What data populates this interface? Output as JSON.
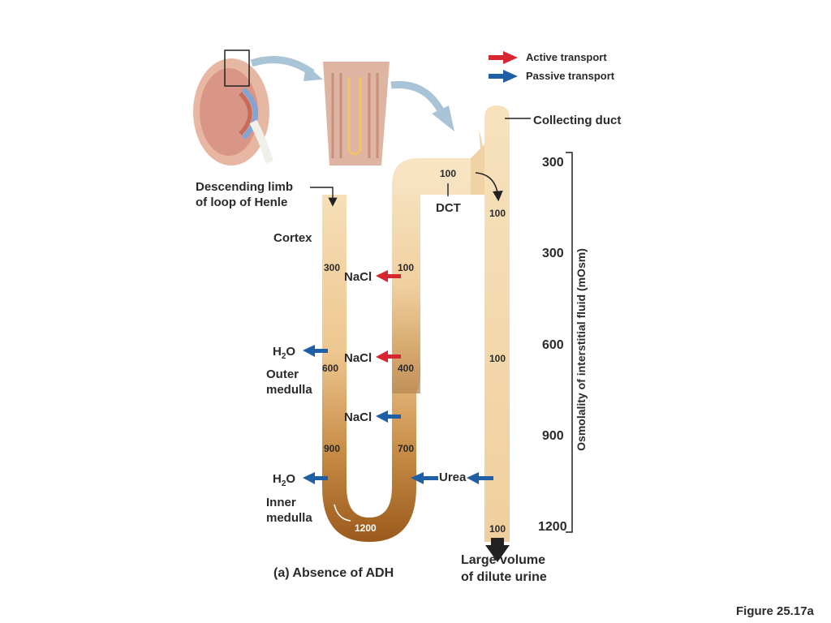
{
  "legend": {
    "active": "Active transport",
    "passive": "Passive transport",
    "active_color": "#d7262f",
    "passive_color": "#1f5fa6"
  },
  "labels": {
    "collecting_duct": "Collecting duct",
    "descending_limb_line1": "Descending limb",
    "descending_limb_line2": "of loop of Henle",
    "dct": "DCT",
    "cortex": "Cortex",
    "outer_medulla_line1": "Outer",
    "outer_medulla_line2": "medulla",
    "inner_medulla_line1": "Inner",
    "inner_medulla_line2": "medulla",
    "nacl": "NaCl",
    "h2o_h": "H",
    "h2o_sub": "2",
    "h2o_o": "O",
    "urea": "Urea",
    "urine_line1": "Large volume",
    "urine_line2": "of dilute urine",
    "caption": "(a) Absence of ADH",
    "figure": "Figure 25.17a"
  },
  "values": {
    "desc_300": "300",
    "desc_600": "600",
    "desc_900": "900",
    "bottom_1200": "1200",
    "asc_100": "100",
    "asc_400": "400",
    "asc_700": "700",
    "dct_100": "100",
    "cd_top_100": "100",
    "cd_mid_100": "100",
    "cd_bottom_100": "100"
  },
  "scale": {
    "title": "Osmolality of interstitial fluid (mOsm)",
    "ticks": [
      "300",
      "300",
      "600",
      "900",
      "1200"
    ]
  }
}
